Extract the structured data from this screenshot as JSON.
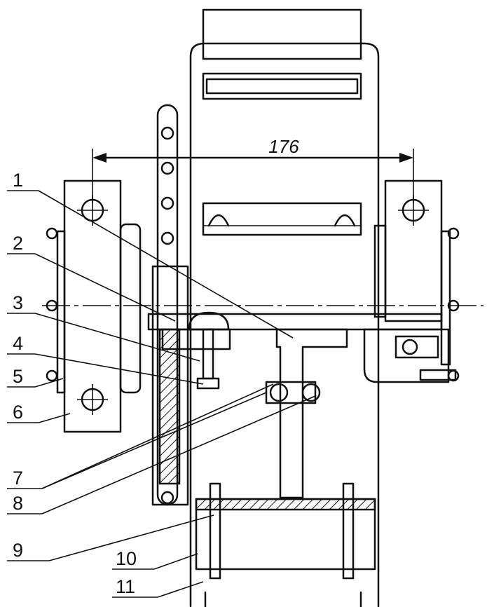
{
  "dimension": "176",
  "labels": [
    "1",
    "2",
    "3",
    "4",
    "5",
    "6",
    "7",
    "8",
    "9",
    "10",
    "11"
  ],
  "colors": {
    "ink": "#111111",
    "paper": "#ffffff"
  }
}
